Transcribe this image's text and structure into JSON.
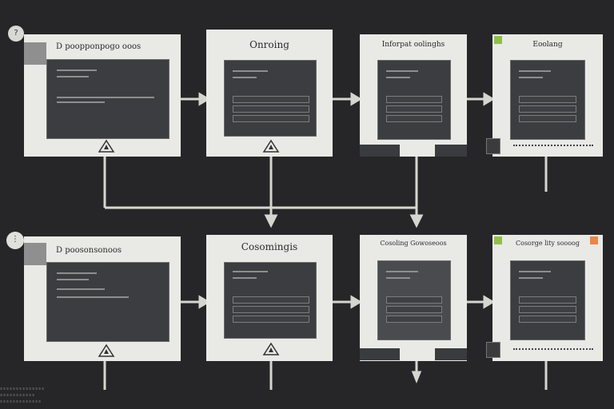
{
  "rows": [
    {
      "cards": [
        {
          "title": "D   poopponpogo  ooos"
        },
        {
          "title": "Onroing"
        },
        {
          "title": "Inforpat  oolinghs"
        },
        {
          "title": "Eoolang"
        }
      ]
    },
    {
      "cards": [
        {
          "title": "D   poosonsonoos"
        },
        {
          "title": "Cosomingis"
        },
        {
          "title": "Cosoling  Gowoseoos"
        },
        {
          "title": "Cosorge  lity  soooog"
        }
      ]
    }
  ],
  "footer_text": [
    "ssssssssssssss",
    "sssssssssss",
    "sssssssssssss"
  ],
  "colors": {
    "accent_green": "#8fbf4a",
    "accent_orange": "#e8874a"
  }
}
